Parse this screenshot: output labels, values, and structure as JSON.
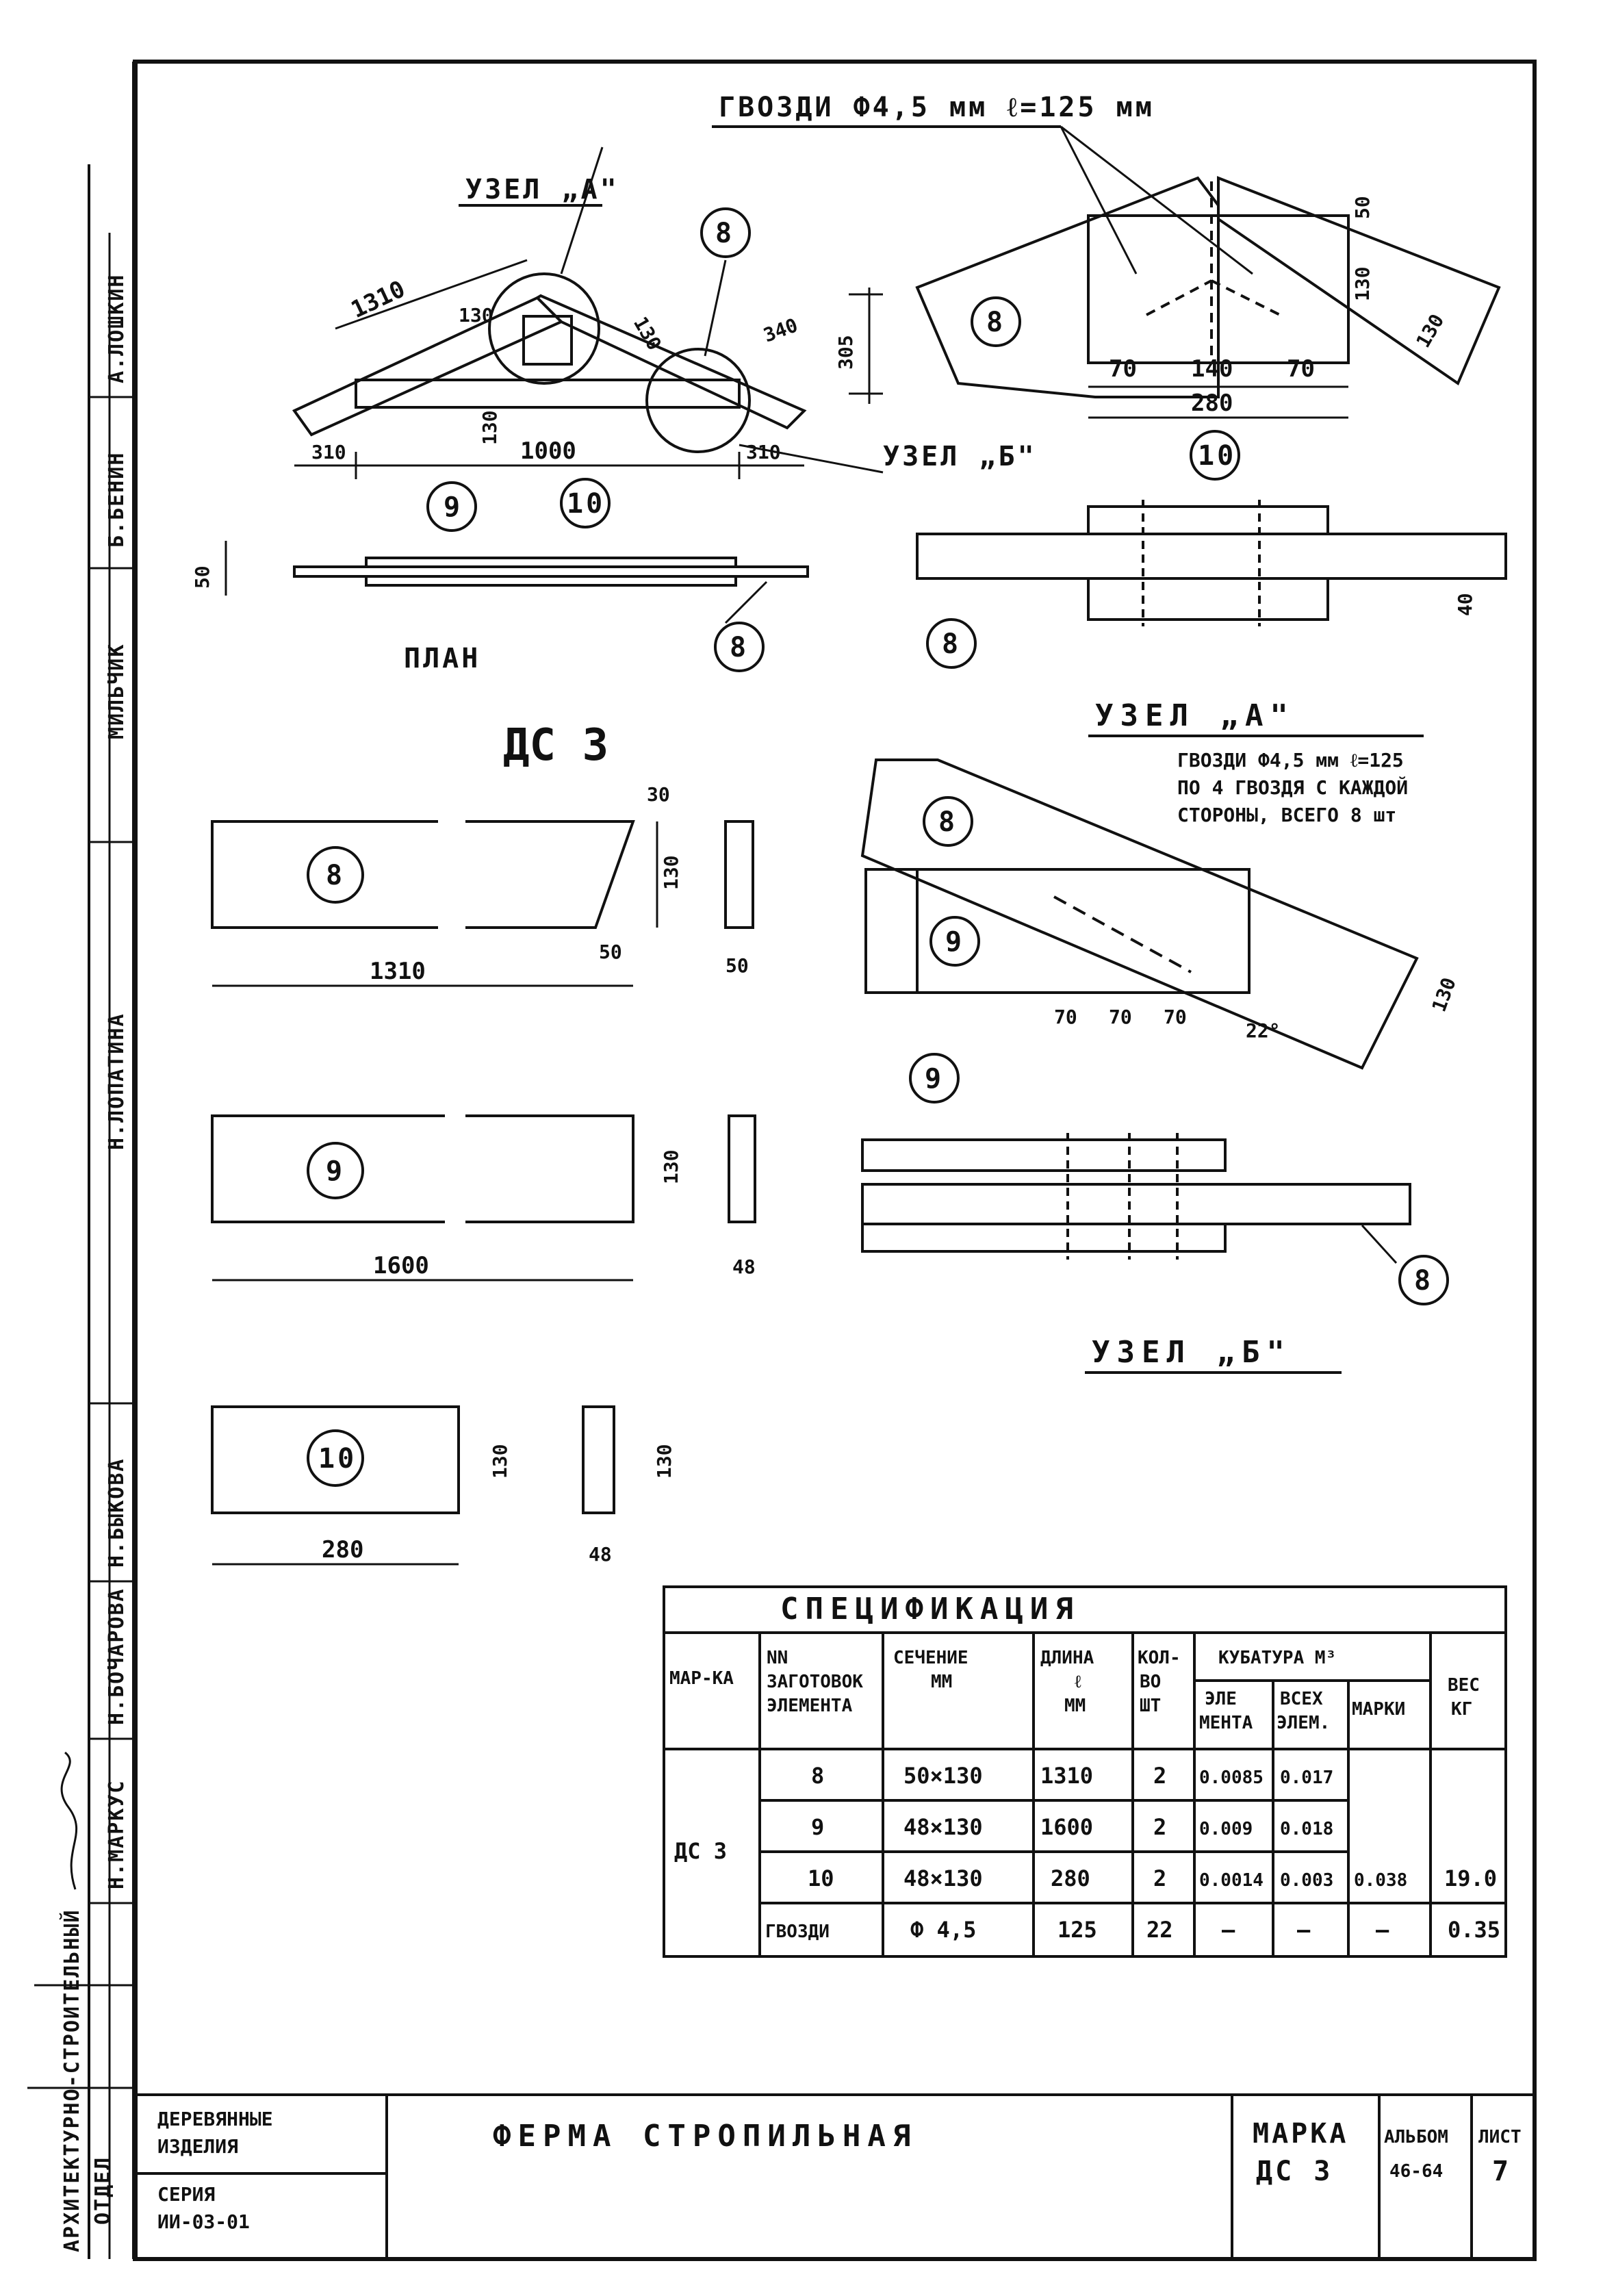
{
  "drawing": {
    "mark": "ДС 3",
    "plan_label": "ПЛАН",
    "nail_note_top": "ГВОЗДИ Ф4,5 мм ℓ=125 мм",
    "nail_note_node_a": [
      "ГВОЗДИ Ф4,5 мм ℓ=125",
      "ПО 4 ГВОЗДЯ С КАЖДОЙ",
      "СТОРОНЫ, ВСЕГО 8 шт"
    ],
    "node_a_top_label": "УЗЕЛ „А\"",
    "node_b_top_label": "УЗЕЛ „Б\"",
    "node_a_title": "УЗЕЛ „А\"",
    "node_b_title": "УЗЕЛ „Б\"",
    "parts": [
      "8",
      "9",
      "10"
    ],
    "dims": {
      "d1310": "1310",
      "d130": "130",
      "d1000": "1000",
      "d310": "310",
      "d340": "340",
      "d305": "305",
      "d70": "70",
      "d140": "140",
      "d280": "280",
      "d30": "30",
      "d50": "50",
      "d40": "40",
      "d1600": "1600",
      "d22": "22°",
      "d50x": "50",
      "d48": "48"
    }
  },
  "spec": {
    "title": "СПЕЦИФИКАЦИЯ",
    "headers": {
      "mark": "МАР-КА",
      "nn": [
        "NN",
        "ЗАГОТОВОК",
        "ЭЛЕМЕНТА"
      ],
      "section": [
        "СЕЧЕНИЕ",
        "ММ"
      ],
      "length": [
        "ДЛИНА",
        "ℓ",
        "ММ"
      ],
      "qty": [
        "КОЛ-",
        "ВО",
        "ШТ"
      ],
      "volume_group": "КУБАТУРА М³",
      "vol_elem": [
        "ЭЛЕ",
        "МЕНТА"
      ],
      "vol_all": [
        "ВСЕХ",
        "ЭЛЕМ."
      ],
      "vol_mark": "МАРКИ",
      "weight": [
        "ВЕС",
        "КГ"
      ]
    },
    "mark_value": "ДС 3",
    "rows": [
      {
        "nn": "8",
        "section": "50×130",
        "length": "1310",
        "qty": "2",
        "v_el": "0.0085",
        "v_all": "0.017",
        "v_mark": "",
        "weight": ""
      },
      {
        "nn": "9",
        "section": "48×130",
        "length": "1600",
        "qty": "2",
        "v_el": "0.009",
        "v_all": "0.018",
        "v_mark": "",
        "weight": ""
      },
      {
        "nn": "10",
        "section": "48×130",
        "length": "280",
        "qty": "2",
        "v_el": "0.0014",
        "v_all": "0.003",
        "v_mark": "0.038",
        "weight": "19.0"
      },
      {
        "nn": "ГВОЗДИ",
        "section": "Ф 4,5",
        "length": "125",
        "qty": "22",
        "v_el": "—",
        "v_all": "—",
        "v_mark": "—",
        "weight": "0.35"
      }
    ]
  },
  "title_block": {
    "group": [
      "ДЕРЕВЯННЫЕ",
      "ИЗДЕЛИЯ"
    ],
    "series_label": "СЕРИЯ",
    "series_value": "ИИ-03-01",
    "name": "ФЕРМА СТРОПИЛЬНАЯ",
    "mark_label": "МАРКА",
    "mark_value": "ДС 3",
    "album_label": "АЛЬБОМ",
    "album_value": "46-64",
    "sheet_label": "ЛИСТ",
    "sheet_value": "7"
  },
  "side_strip": {
    "dept": [
      "АРХИТЕКТУРНО-СТРОИТЕЛЬНЫЙ",
      "ОТДЕЛ"
    ],
    "names": [
      "А.ЛОШКИН",
      "Б.БЕНИН",
      "МИЛЬЧИК",
      "Н.ЛОПАТИНА",
      "Н.БЫКОВА",
      "Н.БОЧАРОВА",
      "Н.МАРКУС"
    ],
    "signature": "signature"
  }
}
